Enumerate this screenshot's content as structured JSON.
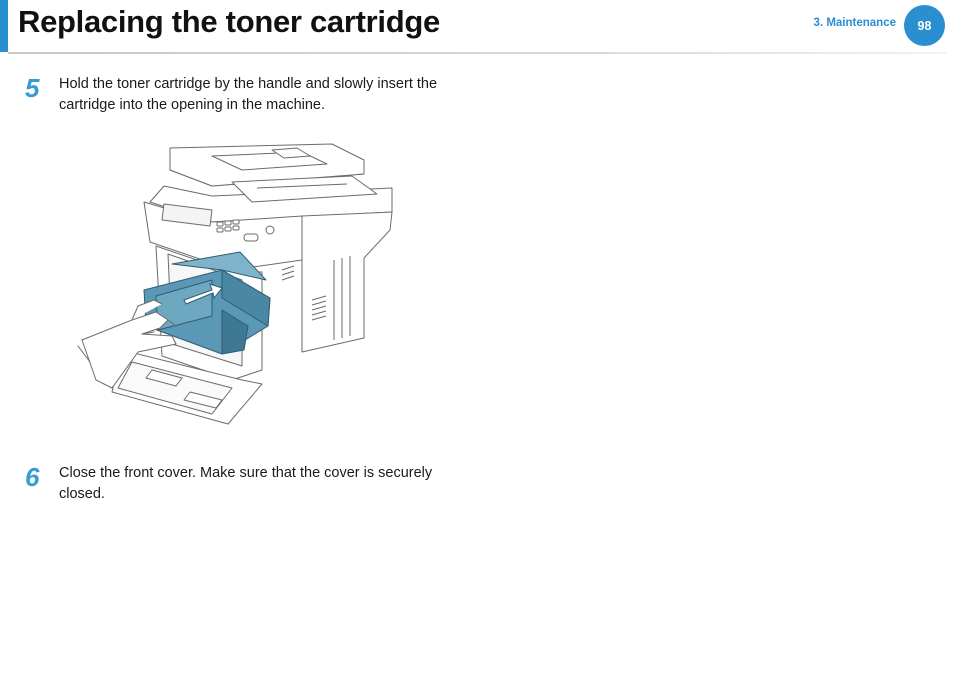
{
  "header": {
    "title": "Replacing the toner cartridge",
    "section": "3.  Maintenance",
    "page_number": "98",
    "accent_color": "#2a8fd0"
  },
  "steps": [
    {
      "number": "5",
      "text": "Hold the toner cartridge by the handle and slowly insert the cartridge into the opening in the machine."
    },
    {
      "number": "6",
      "text": "Close the front cover. Make sure that the cover is securely closed."
    }
  ],
  "figure": {
    "icon": "printer-toner-insertion-illustration",
    "highlight_color": "#5a98b5"
  }
}
